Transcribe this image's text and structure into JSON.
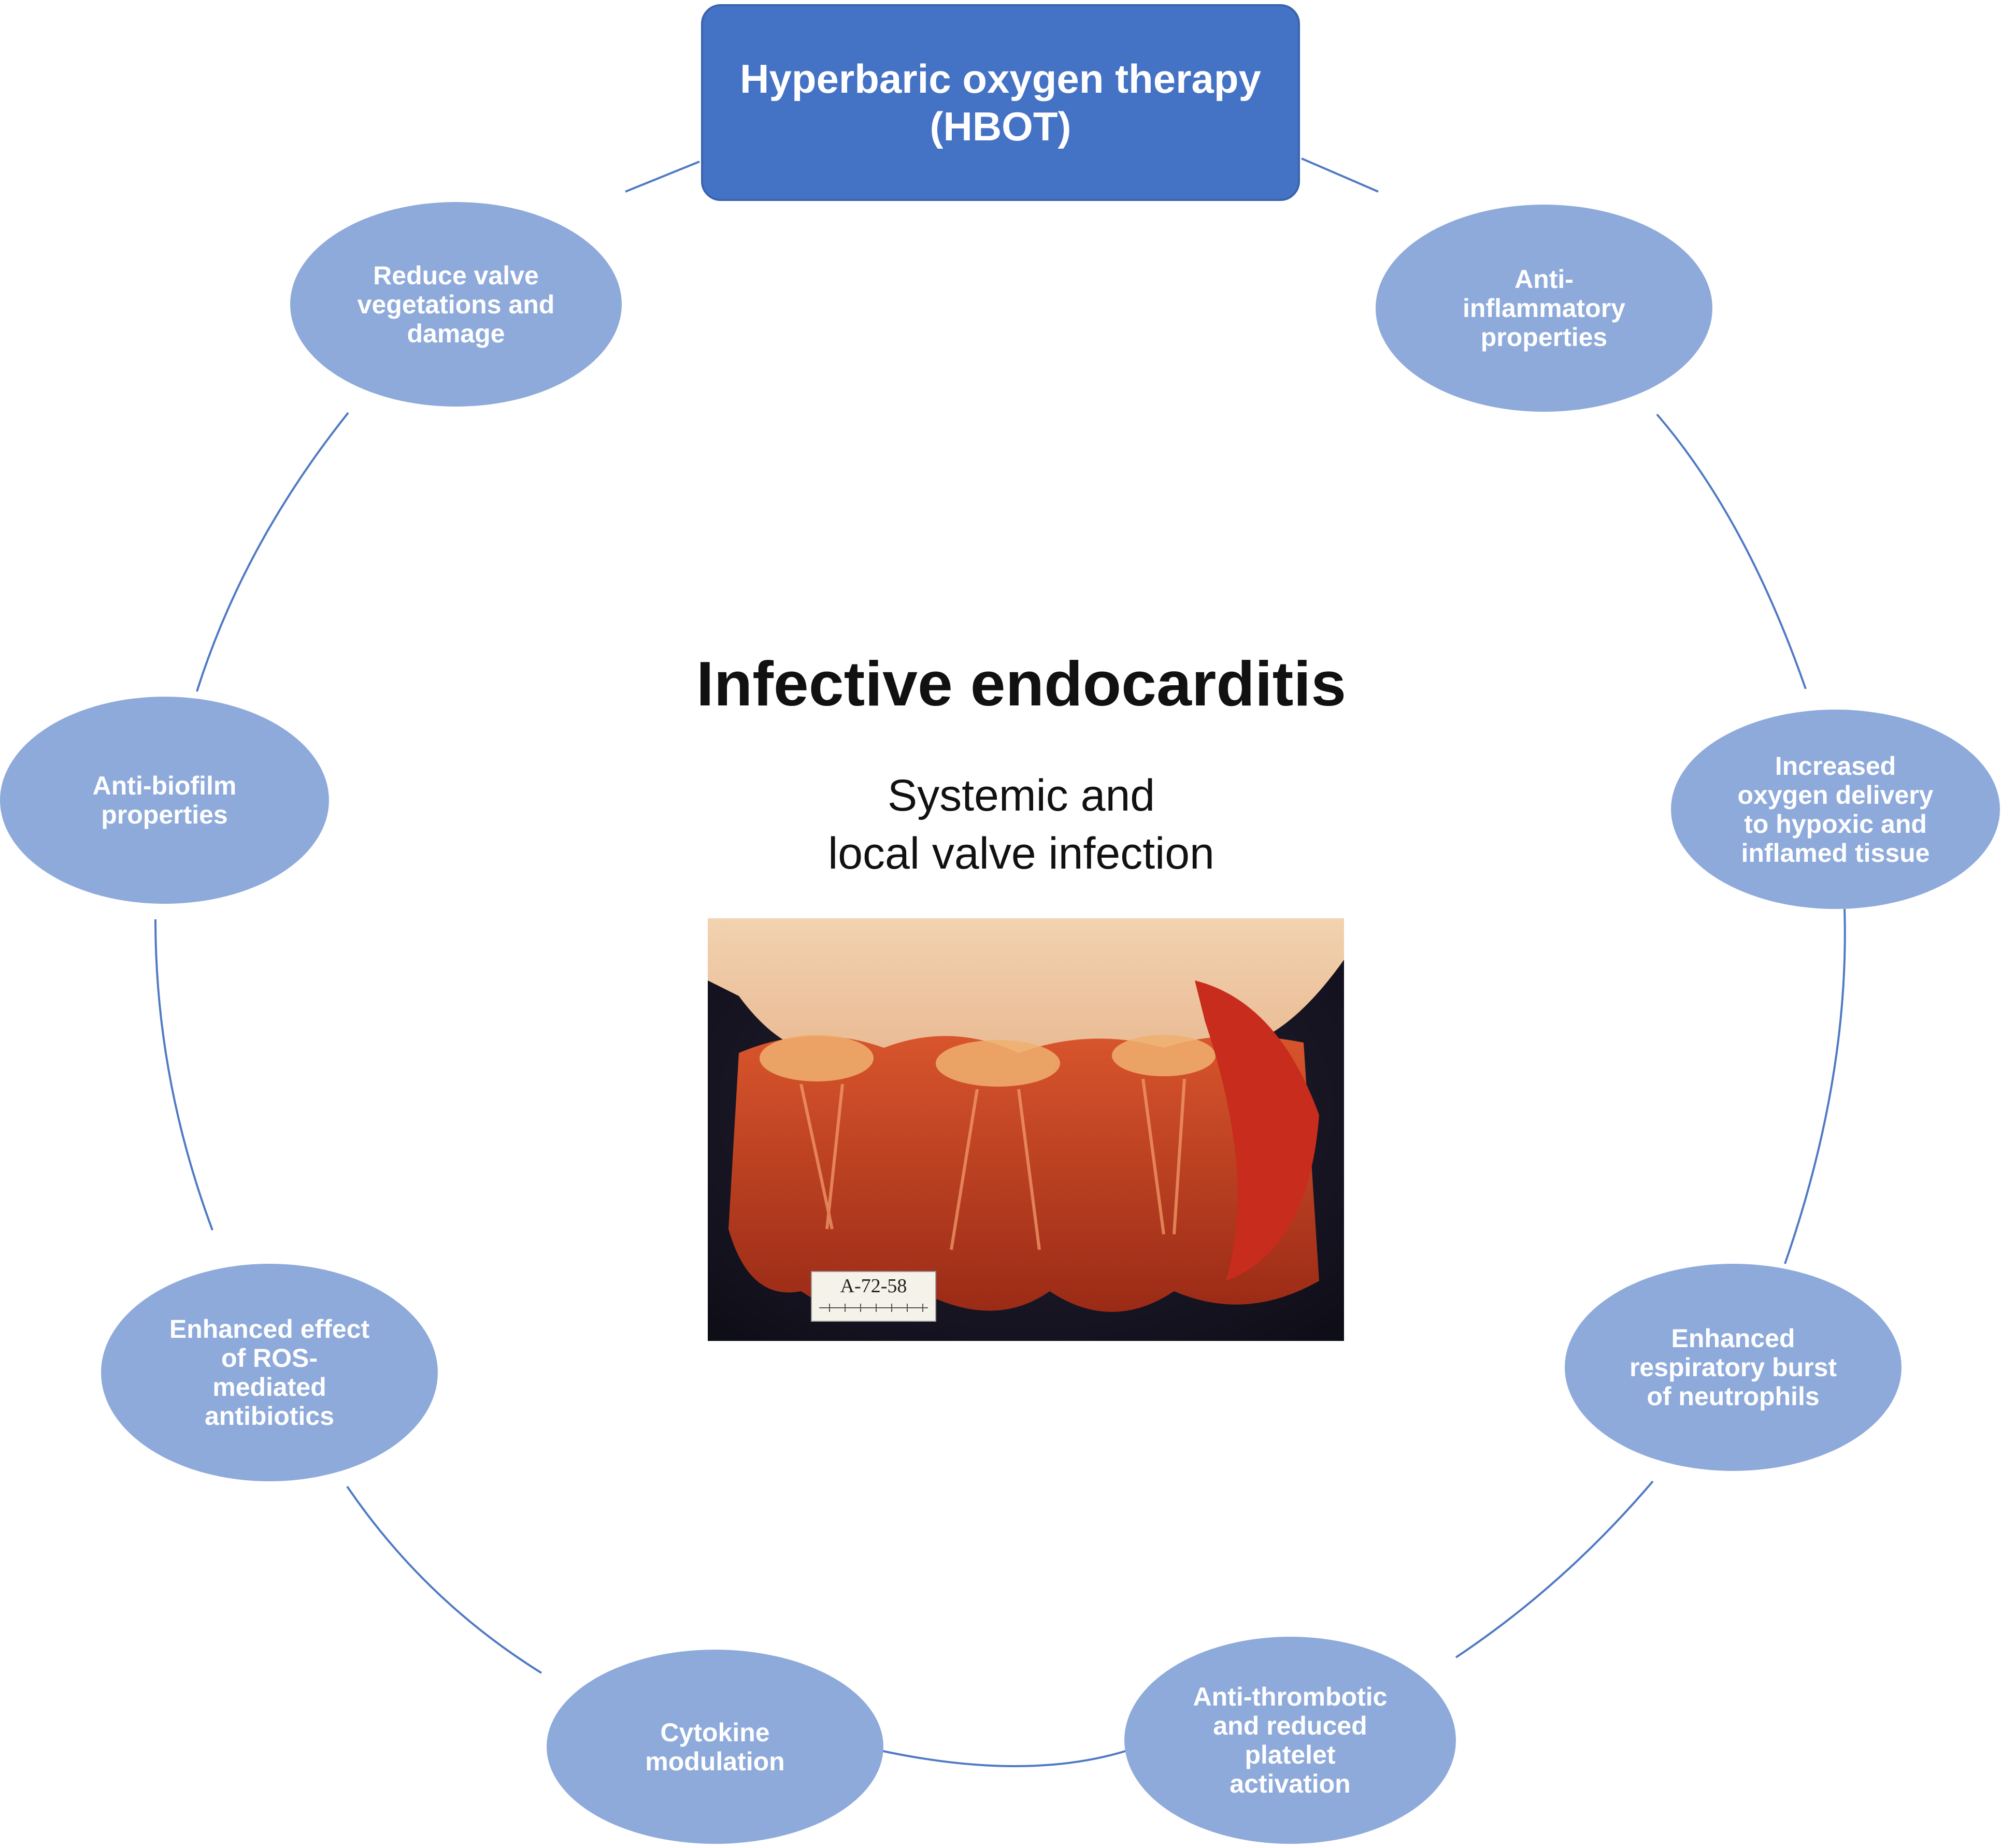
{
  "hub": {
    "label": "Hyperbaric oxygen therapy\n(HBOT)",
    "color": "#4472c4"
  },
  "center": {
    "title": "Infective endocarditis",
    "subtitle": "Systemic and\nlocal valve infection",
    "photo_label": "A-72-58"
  },
  "mechanisms": [
    {
      "id": "anti-inflammatory",
      "label": "Anti-\ninflammatory\nproperties"
    },
    {
      "id": "oxygen-delivery",
      "label": "Increased\noxygen delivery\nto hypoxic and\ninflamed tissue"
    },
    {
      "id": "respiratory-burst",
      "label": "Enhanced\nrespiratory burst\nof neutrophils"
    },
    {
      "id": "anti-thrombotic",
      "label": "Anti-thrombotic\nand reduced\nplatelet\nactivation"
    },
    {
      "id": "cytokine",
      "label": "Cytokine\nmodulation"
    },
    {
      "id": "ros-antibiotics",
      "label": "Enhanced effect\nof ROS-\nmediated\nantibiotics"
    },
    {
      "id": "anti-biofilm",
      "label": "Anti-biofilm\nproperties"
    },
    {
      "id": "valve-vegetations",
      "label": "Reduce valve\nvegetations and\ndamage"
    }
  ],
  "colors": {
    "oval_fill": "#8eaadb",
    "ring_line": "#4f7ac4",
    "text_dark": "#111111"
  }
}
